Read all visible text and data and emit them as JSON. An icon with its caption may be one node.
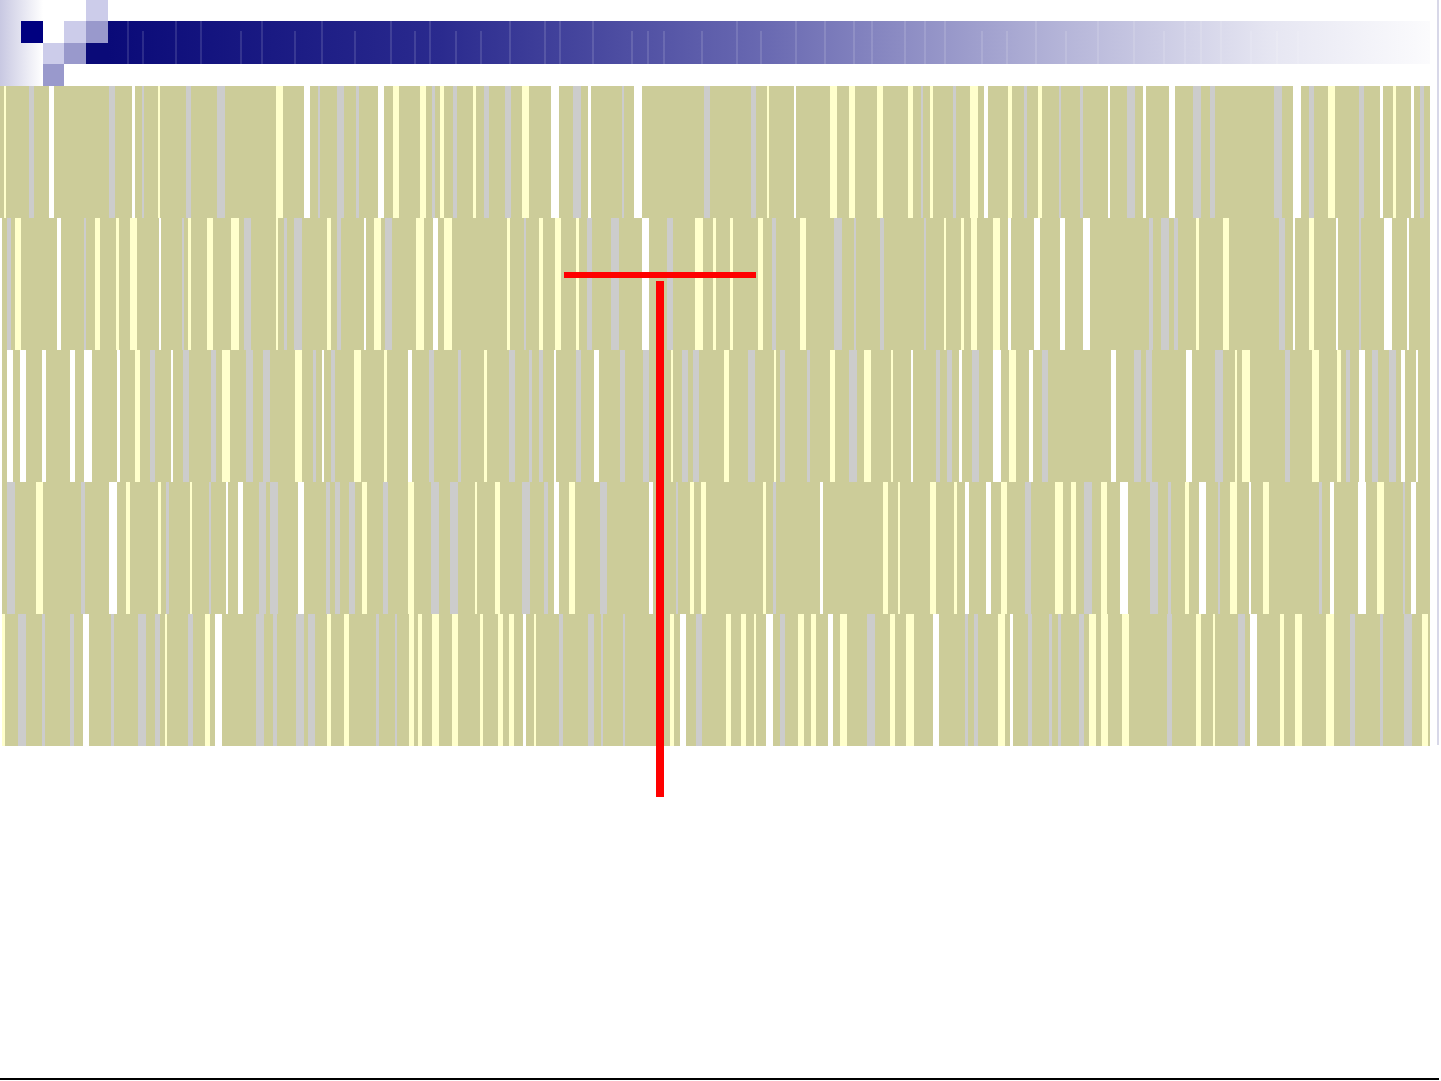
{
  "diagram": {
    "nodes": [
      {
        "text": [],
        "shape": "bar"
      },
      {
        "text": [],
        "shape": "bar"
      },
      {
        "text": [],
        "shape": "bar"
      },
      {
        "text": [],
        "shape": "bar"
      },
      {
        "text": [],
        "shape": "bar"
      }
    ]
  }
}
